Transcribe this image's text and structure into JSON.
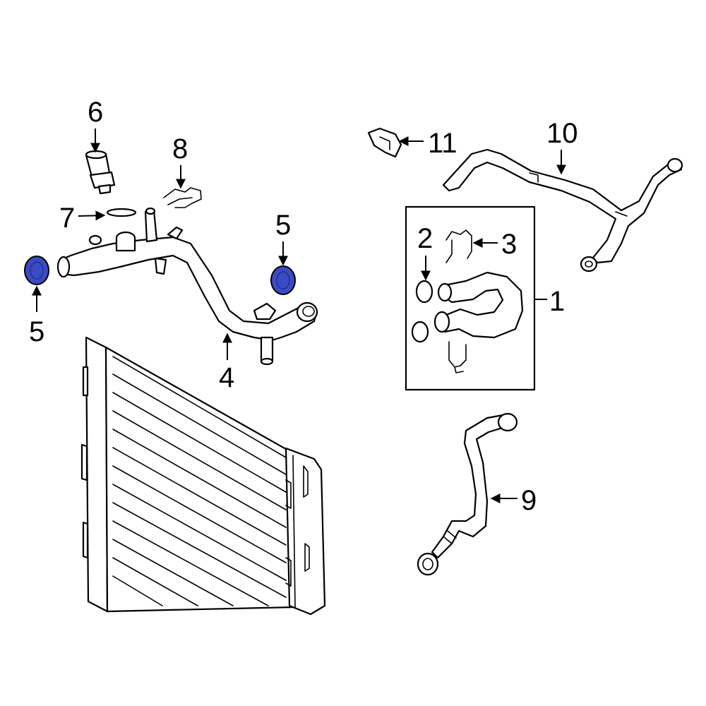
{
  "diagram": {
    "highlight_color": "#3a4bc4",
    "callouts": {
      "part_1": "1",
      "part_2": "2",
      "part_3": "3",
      "part_4": "4",
      "part_5_left": "5",
      "part_5_right": "5",
      "part_6": "6",
      "part_7": "7",
      "part_8": "8",
      "part_9": "9",
      "part_10": "10",
      "part_11": "11"
    }
  }
}
